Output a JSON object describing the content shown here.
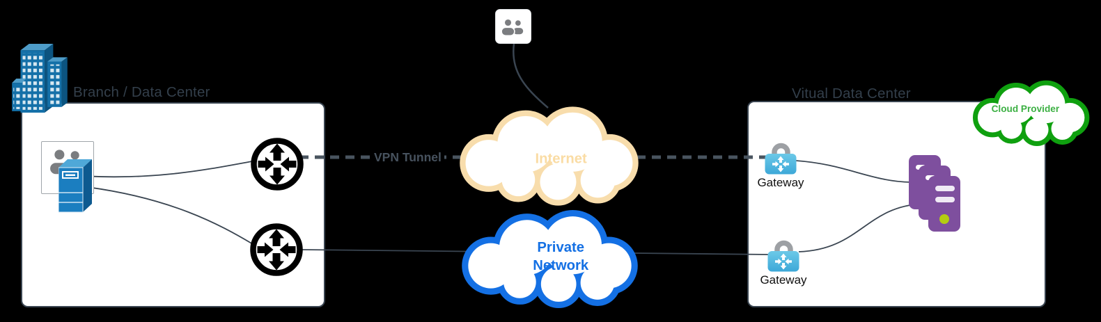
{
  "branch": {
    "title": "Branch / Data Center"
  },
  "vdc": {
    "title": "Vitual Data Center",
    "gateways": [
      {
        "label": "Gateway"
      },
      {
        "label": "Gateway"
      }
    ]
  },
  "clouds": {
    "internet": {
      "label": "Internet",
      "border_color": "#F8DDAC",
      "text_color": "#FADCA4"
    },
    "private_network": {
      "label_lines": [
        "Private",
        "Network"
      ],
      "color": "#1470E4"
    },
    "cloud_provider": {
      "label": "Cloud Provider",
      "border_color": "#0FA00F",
      "text_color": "#3CB043"
    }
  },
  "vpn_tunnel": {
    "label": "VPN Tunnel",
    "line_color": "#49545F"
  },
  "icon_colors": {
    "building_blue": "#1470A8",
    "server_blue": "#1B7EC0",
    "router_black": "#000000",
    "gateway_blue": "#54BCE4",
    "gateway_shackle_gray": "#9DA0A4",
    "users_gray": "#7B7D80",
    "virtual_servers_purple": "#7E4F9E",
    "status_dot_green": "#B4CC12",
    "wire_slate": "#3A4551"
  }
}
